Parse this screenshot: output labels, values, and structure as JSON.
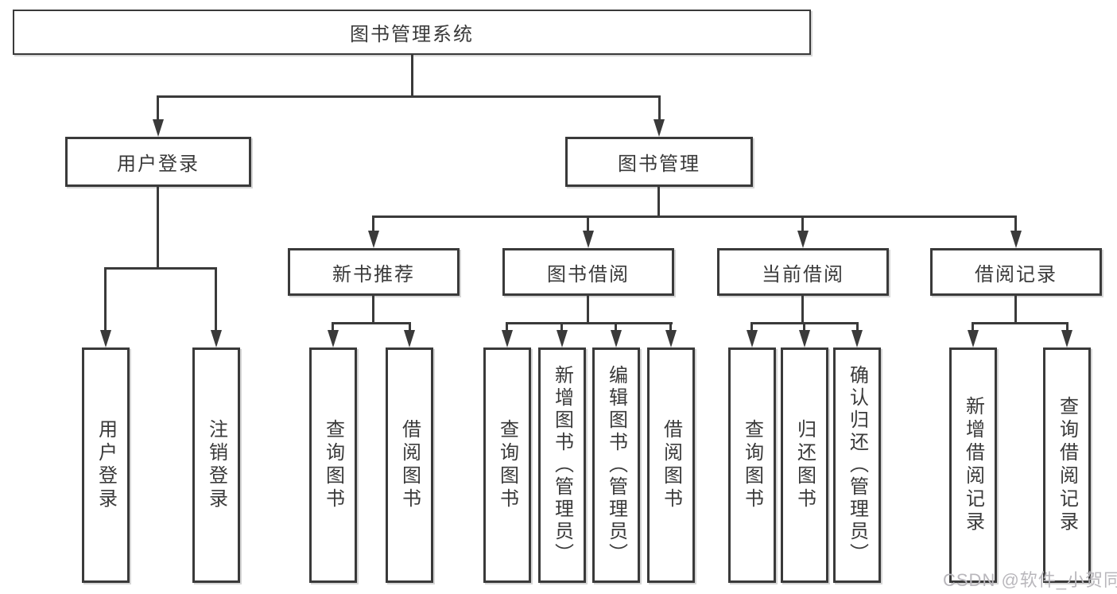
{
  "diagram": {
    "root": {
      "label": "图书管理系统"
    },
    "level1": [
      {
        "label": "用户登录"
      },
      {
        "label": "图书管理"
      }
    ],
    "level2": [
      {
        "label": "新书推荐"
      },
      {
        "label": "图书借阅"
      },
      {
        "label": "当前借阅"
      },
      {
        "label": "借阅记录"
      }
    ],
    "leaves": {
      "user_login": [
        "用户登录",
        "注销登录"
      ],
      "new_books": [
        "查询图书",
        "借阅图书"
      ],
      "book_borrow": [
        "查询图书",
        "新增图书（管理员）",
        "编辑图书（管理员）",
        "借阅图书"
      ],
      "current_borrow": [
        "查询图书",
        "归还图书",
        "确认归还（管理员）"
      ],
      "borrow_records": [
        "新增借阅记录",
        "查询借阅记录"
      ]
    }
  },
  "watermark": "CSDN @软件_小贺同学",
  "colors": {
    "line": "#3a3a3a",
    "text": "#3a3a3a",
    "box_background": "#ffffff",
    "watermark": "#b9b7bc",
    "background": "#ffffff"
  }
}
